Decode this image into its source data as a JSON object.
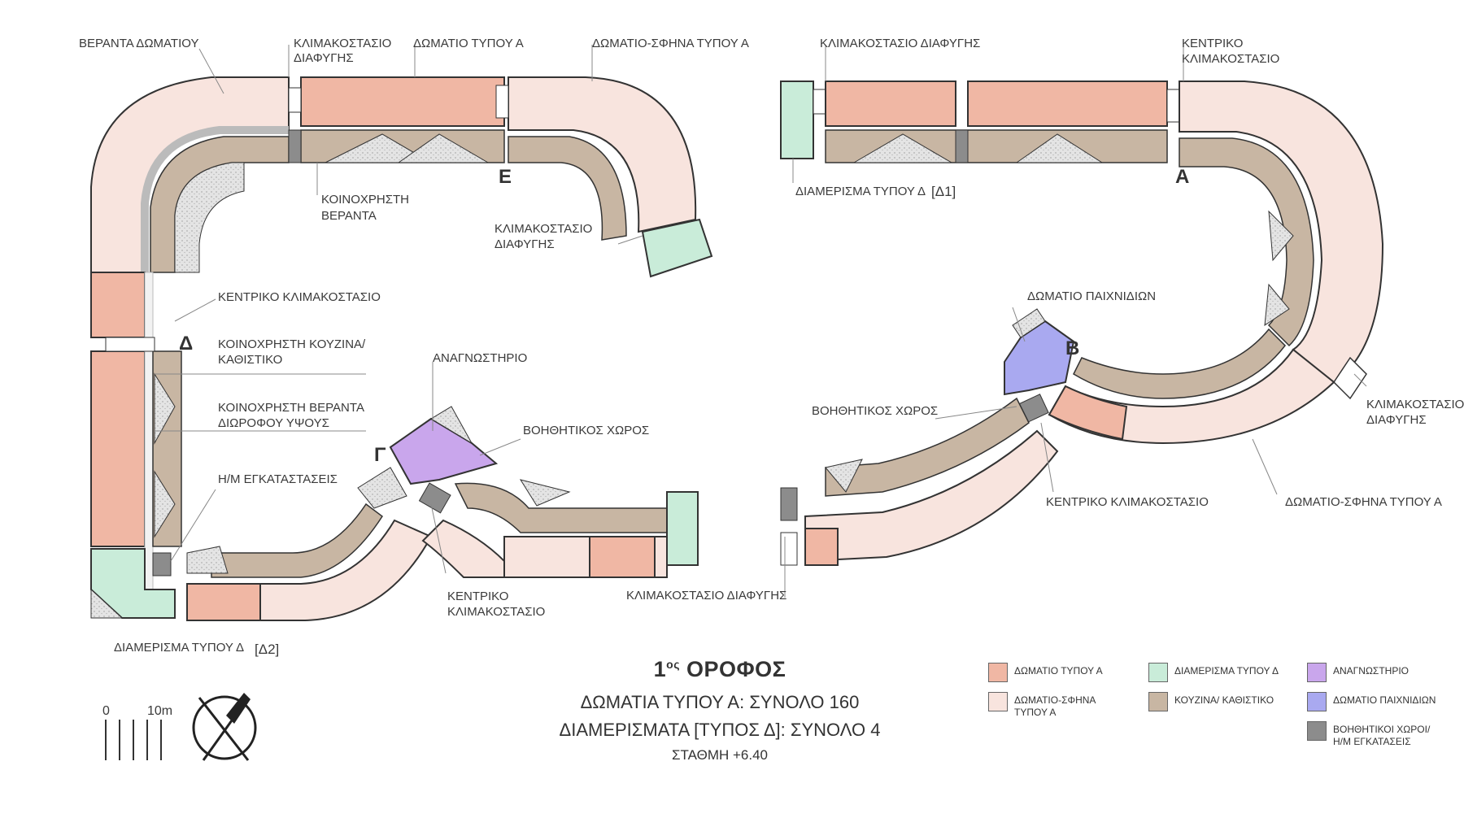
{
  "labels": {
    "veranta_domatiou": "ΒΕΡΑΝΤΑ ΔΩΜΑΤΙΟΥ",
    "klimakostasio_diafygis_top_1": "ΚΛΙΜΑΚΟΣΤΑΣΙΟ",
    "klimakostasio_diafygis_top_2": "ΔΙΑΦΥΓΗΣ",
    "domatio_typou_a": "ΔΩΜΑΤΙΟ ΤΥΠΟΥ Α",
    "domatio_sfina_top": "ΔΩΜΑΤΙΟ-ΣΦΗΝΑ ΤΥΠΟΥ Α",
    "koinoxristi_veranta_1": "ΚΟΙΝΟΧΡΗΣΤΗ",
    "koinoxristi_veranta_2": "ΒΕΡΑΝΤΑ",
    "klimakostasio_diafygis_e_1": "ΚΛΙΜΑΚΟΣΤΑΣΙΟ",
    "klimakostasio_diafygis_e_2": "ΔΙΑΦΥΓΗΣ",
    "kentriko_klimakostasio_left": "ΚΕΝΤΡΙΚΟ ΚΛΙΜΑΚΟΣΤΑΣΙΟ",
    "koinoxristi_kouzina_1": "ΚΟΙΝΟΧΡΗΣΤΗ ΚΟΥΖΙΝΑ/",
    "koinoxristi_kouzina_2": "ΚΑΘΙΣΤΙΚΟ",
    "koinoxristi_veranta_diorofou_1": "ΚΟΙΝΟΧΡΗΣΤΗ ΒΕΡΑΝΤΑ",
    "koinoxristi_veranta_diorofou_2": "ΔΙΩΡΟΦΟΥ ΥΨΟΥΣ",
    "hm_egkatastaseis": "Η/Μ ΕΓΚΑΤΑΣΤΑΣΕΙΣ",
    "diamerisma_d2": "ΔΙΑΜΕΡΙΣΜΑ ΤΥΠΟΥ Δ",
    "d2_tag": "[Δ2]",
    "anagnostirio": "ΑΝΑΓΝΩΣΤΗΡΙΟ",
    "voithitikos_xoros_left": "ΒΟΗΘΗΤΙΚΟΣ ΧΩΡΟΣ",
    "kentriko_klimakostasio_mid_1": "ΚΕΝΤΡΙΚΟ",
    "kentriko_klimakostasio_mid_2": "ΚΛΙΜΑΚΟΣΤΑΣΙΟ",
    "klimakostasio_diafygis_bottom": "ΚΛΙΜΑΚΟΣΤΑΣΙΟ ΔΙΑΦΥΓΗΣ",
    "klimakostasio_diafygis_right_top": "ΚΛΙΜΑΚΟΣΤΑΣΙΟ ΔΙΑΦΥΓΗΣ",
    "kentriko_klimakostasio_right_1": "ΚΕΝΤΡΙΚΟ",
    "kentriko_klimakostasio_right_2": "ΚΛΙΜΑΚΟΣΤΑΣΙΟ",
    "diamerisma_d1": "ΔΙΑΜΕΡΙΣΜΑ ΤΥΠΟΥ Δ",
    "d1_tag": "[Δ1]",
    "domatio_paixnidion": "ΔΩΜΑΤΙΟ ΠΑΙΧΝΙΔΙΩΝ",
    "voithitikos_xoros_right": "ΒΟΗΘΗΤΙΚΟΣ ΧΩΡΟΣ",
    "klimakostasio_diafygis_right_1": "ΚΛΙΜΑΚΟΣΤΑΣΙΟ",
    "klimakostasio_diafygis_right_2": "ΔΙΑΦΥΓΗΣ",
    "kentriko_klimakostasio_right_bottom": "ΚΕΝΤΡΙΚΟ ΚΛΙΜΑΚΟΣΤΑΣΙΟ",
    "domatio_sfina_right": "ΔΩΜΑΤΙΟ-ΣΦΗΝΑ ΤΥΠΟΥ Α"
  },
  "markers": {
    "E": "Ε",
    "A": "Α",
    "D": "Δ",
    "B": "Β",
    "G": "Γ"
  },
  "title": {
    "floor_num": "1",
    "floor_sup": "ος",
    "floor_word": "ΟΡΟΦΟΣ",
    "line2": "ΔΩΜΑΤΙΑ ΤΥΠΟΥ Α: ΣΥΝΟΛΟ 160",
    "line3": "ΔΙΑΜΕΡΙΣΜΑΤΑ [ΤΥΠΟΣ Δ]: ΣΥΝΟΛΟ 4",
    "line4": "ΣΤΑΘΜΗ +6.40"
  },
  "legend": [
    {
      "label": "ΔΩΜΑΤΙΟ ΤΥΠΟΥ Α",
      "color": "#f0b7a4"
    },
    {
      "label": "ΔΩΜΑΤΙΟ-ΣΦΗΝΑ ΤΥΠΟΥ Α",
      "color": "#f8e4de"
    },
    {
      "label": "ΔΙΑΜΕΡΙΣΜΑ ΤΥΠΟΥ Δ",
      "color": "#c9ecd9"
    },
    {
      "label": "ΚΟΥΖΙΝΑ/ ΚΑΘΙΣΤΙΚΟ",
      "color": "#c8b6a3"
    },
    {
      "label": "ΑΝΑΓΝΩΣΤΗΡΙΟ",
      "color": "#c9a6ec"
    },
    {
      "label": "ΔΩΜΑΤΙΟ ΠΑΙΧΝΙΔΙΩΝ",
      "color": "#a9a9f0"
    },
    {
      "label": "ΒΟΗΘΗΤΙΚΟΙ ΧΩΡΟΙ/ Η/Μ ΕΓΚΑΤΑΣΕΙΣ",
      "color": "#8c8c8c"
    }
  ],
  "scale": {
    "start": "0",
    "end": "10m"
  },
  "colors": {
    "room_a": "#f0b7a4",
    "wedge_a": "#f8e4de",
    "apartment_d": "#c9ecd9",
    "kitchen": "#c8b6a3",
    "reading": "#c9a6ec",
    "playroom": "#a9a9f0",
    "auxiliary": "#8c8c8c",
    "veranda": "#e2e2e2",
    "corridor": "#f2f2f2",
    "wall": "#333333"
  }
}
